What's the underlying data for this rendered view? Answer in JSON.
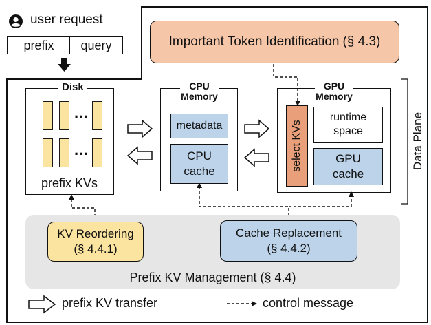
{
  "header": {
    "user_request": "user request",
    "prefix": "prefix",
    "query": "query"
  },
  "important_token": {
    "label": "Important Token Identification",
    "section": "(§ 4.3)"
  },
  "disk": {
    "title": "Disk",
    "ellipsis": "...",
    "caption": "prefix KVs"
  },
  "cpu": {
    "title_line1": "CPU",
    "title_line2": "Memory",
    "metadata": "metadata",
    "cache_line1": "CPU",
    "cache_line2": "cache"
  },
  "gpu": {
    "title_line1": "GPU",
    "title_line2": "Memory",
    "select_kvs": "select KVs",
    "runtime_line1": "runtime",
    "runtime_line2": "space",
    "cache_line1": "GPU",
    "cache_line2": "cache"
  },
  "data_plane": "Data Plane",
  "management": {
    "kv_reordering": "KV Reordering",
    "kv_reordering_section": "(§ 4.4.1)",
    "cache_replacement": "Cache Replacement",
    "cache_replacement_section": "(§ 4.4.2)",
    "title": "Prefix KV Management (§ 4.4)"
  },
  "legend": {
    "transfer": "prefix KV transfer",
    "control": "control message"
  },
  "colors": {
    "orange": "#f6c6a8",
    "orange_dark": "#e9a07a",
    "yellow": "#fbe3a0",
    "blue": "#bcd3ea",
    "gray": "#e6e6e6"
  }
}
